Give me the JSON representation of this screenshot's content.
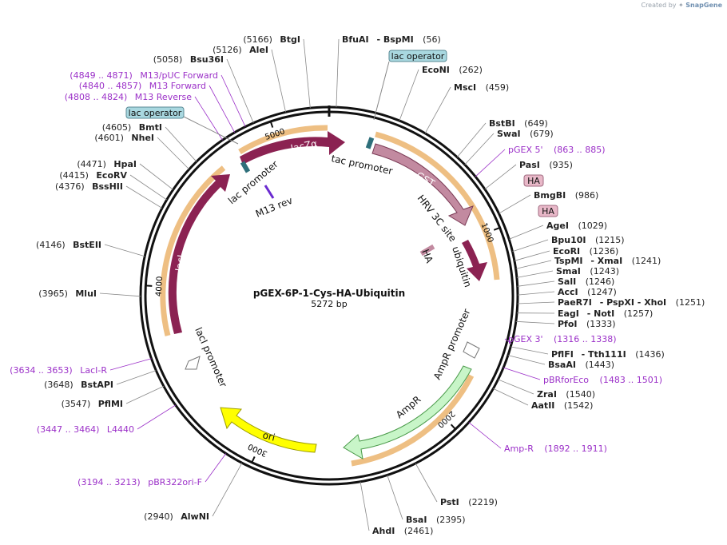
{
  "brand": {
    "created_by": "Created by",
    "app": "SnapGene"
  },
  "plasmid": {
    "name": "pGEX-6P-1-Cys-HA-Ubiquitin",
    "size": "5272 bp",
    "total": 5272
  },
  "ticks": [
    "1000",
    "2000",
    "3000",
    "4000",
    "5000"
  ],
  "colors": {
    "site": "#222",
    "primer": "#9b30c8",
    "leader": "#888",
    "gst": "#c28aa0",
    "lacz": "#8b2252",
    "ampr": "#c8f5c8",
    "ori": "#ffff00",
    "orange": "#e08a1e",
    "callout": "#a9d8e0",
    "ha_box": "#e8b8c8"
  },
  "sites": [
    {
      "name": "BfuAI",
      "extra": "- BspMI",
      "pos": "(56)"
    },
    {
      "name": "EcoNI",
      "pos": "(262)"
    },
    {
      "name": "MscI",
      "pos": "(459)"
    },
    {
      "name": "BstBI",
      "pos": "(649)"
    },
    {
      "name": "SwaI",
      "pos": "(679)"
    },
    {
      "name": "PasI",
      "pos": "(935)"
    },
    {
      "name": "BmgBI",
      "pos": "(986)"
    },
    {
      "name": "AgeI",
      "pos": "(1029)"
    },
    {
      "name": "Bpu10I",
      "pos": "(1215)"
    },
    {
      "name": "EcoRI",
      "pos": "(1236)"
    },
    {
      "name": "TspMI",
      "extra": "- XmaI",
      "pos": "(1241)"
    },
    {
      "name": "SmaI",
      "pos": "(1243)"
    },
    {
      "name": "SalI",
      "pos": "(1246)"
    },
    {
      "name": "AccI",
      "pos": "(1247)"
    },
    {
      "name": "PaeR7I",
      "extra": "- PspXI   - XhoI",
      "pos": "(1251)"
    },
    {
      "name": "EagI",
      "extra": "- NotI",
      "pos": "(1257)"
    },
    {
      "name": "PfoI",
      "pos": "(1333)"
    },
    {
      "name": "PflFI",
      "extra": "- Tth111I",
      "pos": "(1436)"
    },
    {
      "name": "BsaAI",
      "pos": "(1443)"
    },
    {
      "name": "ZraI",
      "pos": "(1540)"
    },
    {
      "name": "AatII",
      "pos": "(1542)"
    },
    {
      "name": "PstI",
      "pos": "(2219)"
    },
    {
      "name": "BsaI",
      "pos": "(2395)"
    },
    {
      "name": "AhdI",
      "pos": "(2461)"
    },
    {
      "name": "AlwNI",
      "pos": "(2940)"
    },
    {
      "name": "PflMI",
      "pos": "(3547)"
    },
    {
      "name": "BstAPI",
      "pos": "(3648)"
    },
    {
      "name": "MluI",
      "pos": "(3965)"
    },
    {
      "name": "BstEII",
      "pos": "(4146)"
    },
    {
      "name": "BssHII",
      "pos": "(4376)"
    },
    {
      "name": "EcoRV",
      "pos": "(4415)"
    },
    {
      "name": "HpaI",
      "pos": "(4471)"
    },
    {
      "name": "NheI",
      "pos": "(4601)"
    },
    {
      "name": "BmtI",
      "pos": "(4605)"
    },
    {
      "name": "Bsu36I",
      "pos": "(5058)"
    },
    {
      "name": "AleI",
      "pos": "(5126)"
    },
    {
      "name": "BtgI",
      "pos": "(5166)"
    }
  ],
  "primers": [
    {
      "label": "pGEX 5'",
      "range": "(863 .. 885)"
    },
    {
      "label": "pGEX 3'",
      "range": "(1316 .. 1338)"
    },
    {
      "label": "pBRforEco",
      "range": "(1483 .. 1501)"
    },
    {
      "label": "Amp-R",
      "range": "(1892 .. 1911)"
    },
    {
      "label": "pBR322ori-F",
      "range": "(3194 .. 3213)"
    },
    {
      "label": "L4440",
      "range": "(3447 .. 3464)"
    },
    {
      "label": "LacI-R",
      "range": "(3634 .. 3653)"
    },
    {
      "label": "M13 Reverse",
      "range": "(4808 .. 4824)"
    },
    {
      "label": "M13 Forward",
      "range": "(4840 .. 4857)"
    },
    {
      "label": "M13/pUC Forward",
      "range": "(4849 .. 4871)"
    }
  ],
  "callouts": [
    "lac operator",
    "lac operator",
    "HA",
    "HA"
  ],
  "features": [
    "lacZα",
    "tac promoter",
    "GST",
    "HRV 3C site",
    "ubiquitin",
    "HA",
    "lac promoter",
    "M13 rev",
    "lacI",
    "lacI promoter",
    "AmpR promoter",
    "AmpR",
    "ori"
  ]
}
